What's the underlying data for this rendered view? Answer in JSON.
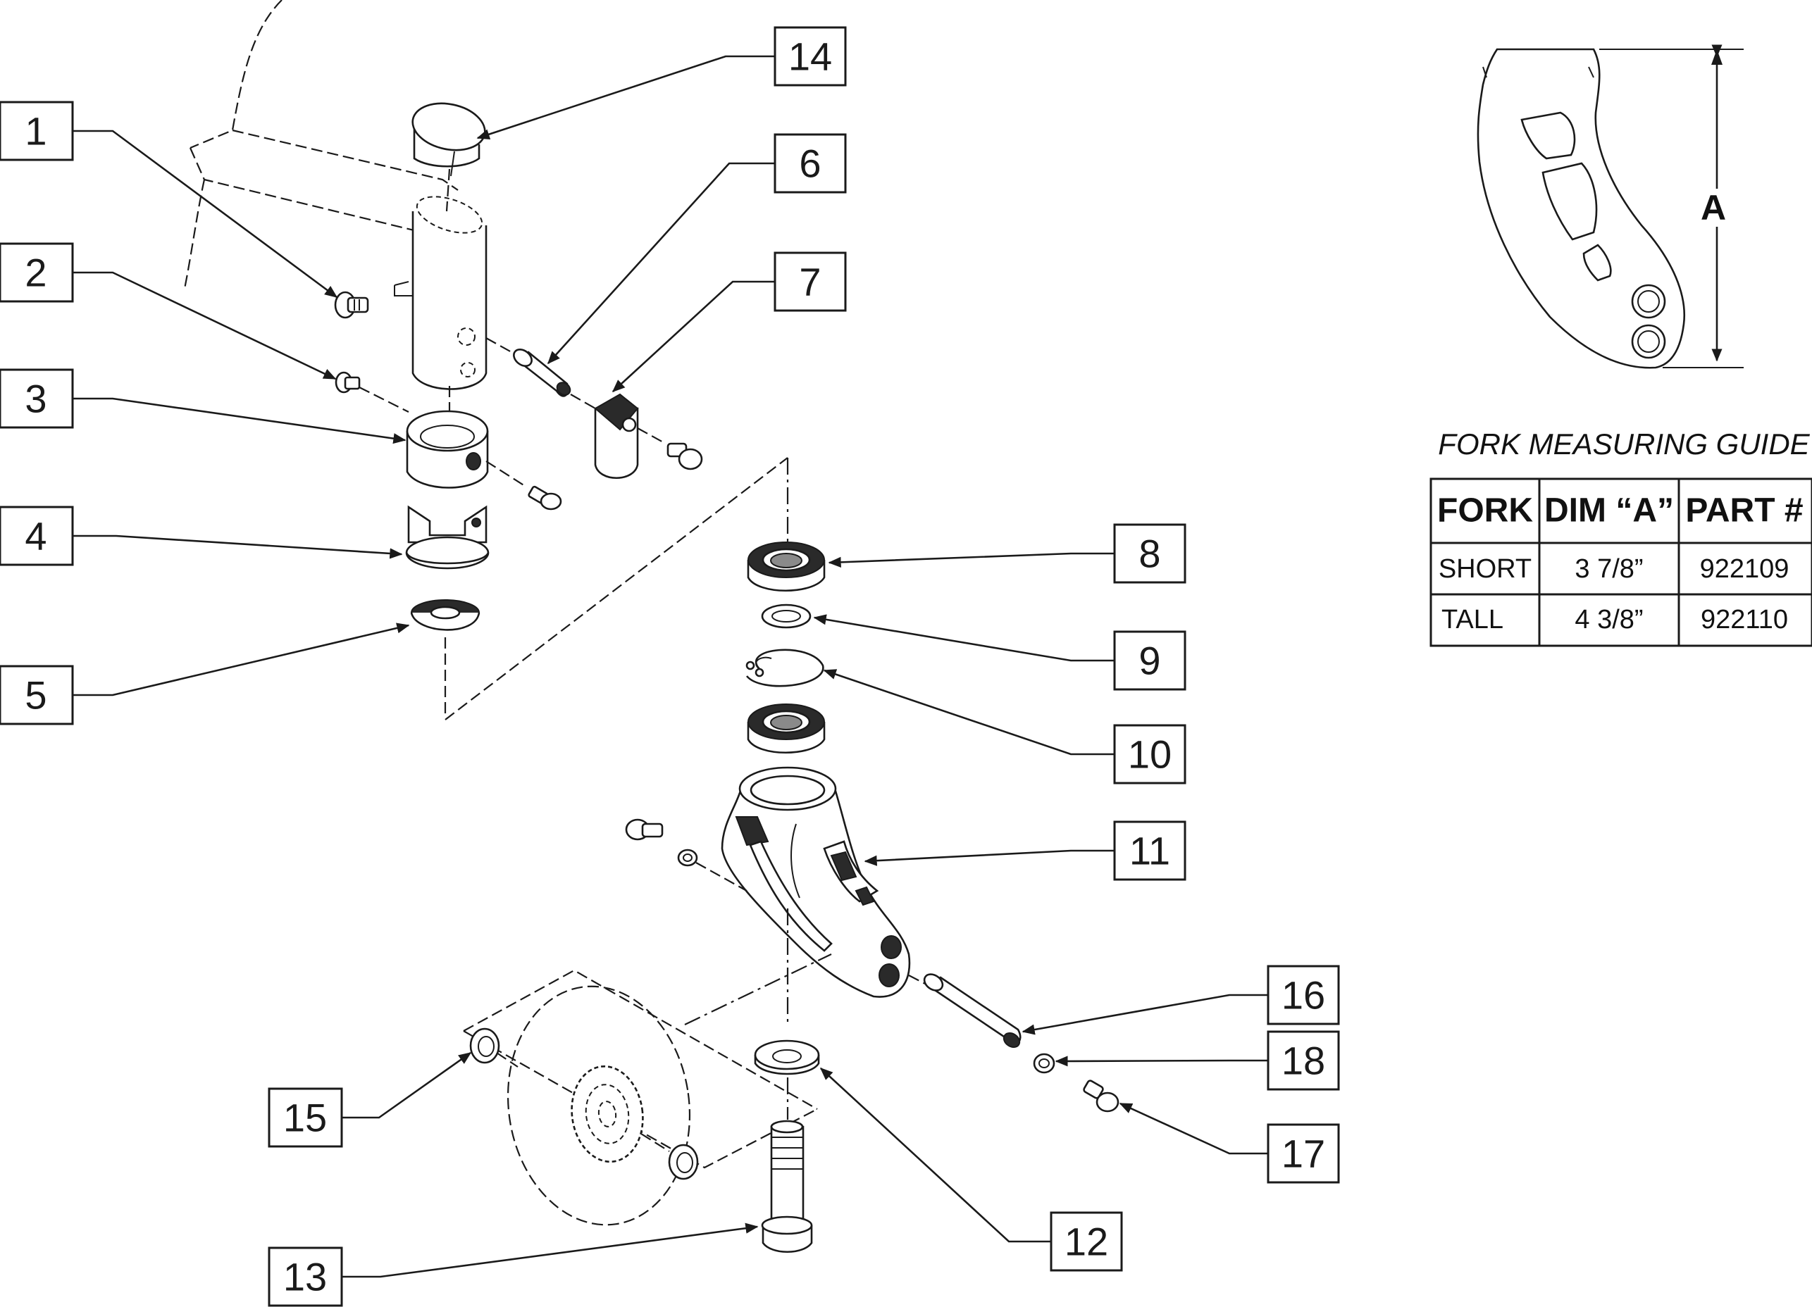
{
  "callouts": [
    "1",
    "2",
    "3",
    "4",
    "5",
    "6",
    "7",
    "8",
    "9",
    "10",
    "11",
    "12",
    "13",
    "14",
    "15",
    "16",
    "17",
    "18"
  ],
  "guide": {
    "title": "FORK MEASURING GUIDE",
    "dimension_label": "A",
    "table": {
      "headers": [
        "FORK",
        "DIM “A”",
        "PART #"
      ],
      "rows": [
        [
          "SHORT",
          "3  7/8”",
          "922109"
        ],
        [
          "TALL",
          "4  3/8”",
          "922110"
        ]
      ]
    }
  }
}
